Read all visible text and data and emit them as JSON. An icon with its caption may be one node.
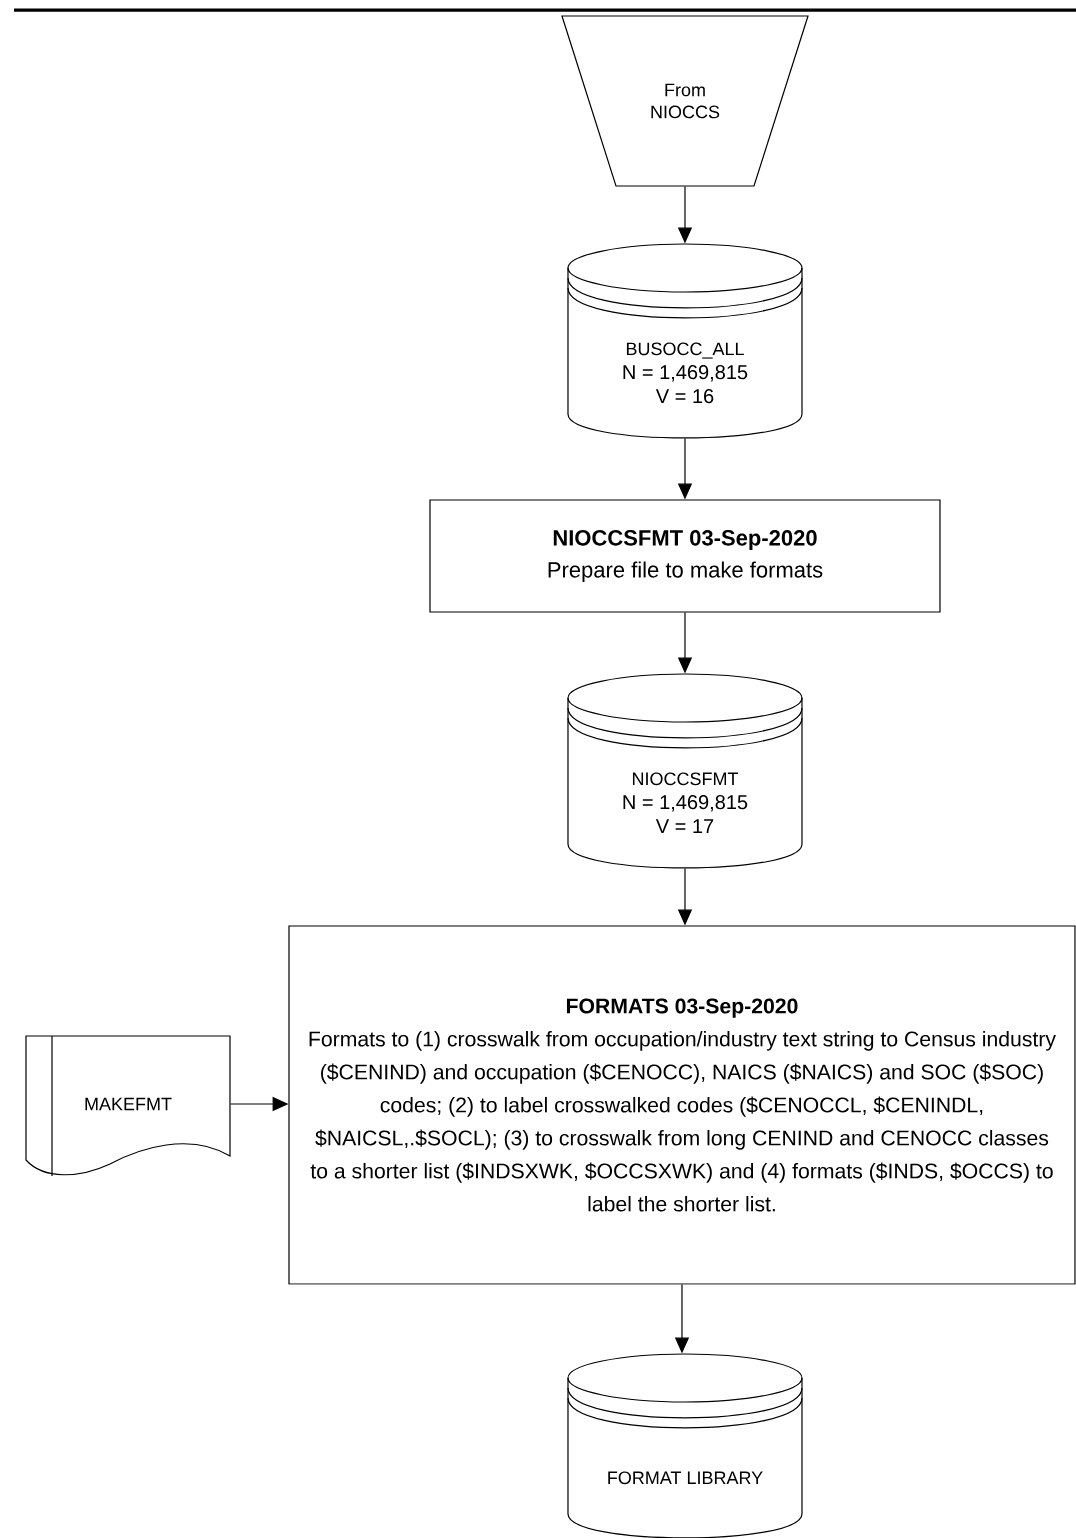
{
  "diagram": {
    "nodes": [
      {
        "text": [
          "From NIOCCS"
        ]
      },
      {
        "text": [
          "BUSOCC_ALL",
          "N = 1,469,815",
          "V = 16"
        ]
      },
      {
        "text": [
          "NIOCCSFMT 03-Sep-2020",
          "Prepare file to make formats"
        ]
      },
      {
        "text": [
          "NIOCCSFMT",
          "N = 1,469,815",
          "V = 17"
        ]
      },
      {
        "text": [
          "FORMATS 03-Sep-2020",
          "Formats to (1) crosswalk from occupation/industry text string to Census industry ($CENIND) and occupation ($CENOCC),  NAICS ($NAICS) and SOC ($SOC) codes; (2) to label crosswalked codes ($CENOCCL, $CENINDL, $NAICSL,.$SOCL); (3) to crosswalk from long CENIND and CENOCC classes to a shorter list ($INDSXWK, $OCCSXWK) and (4) formats ($INDS, $OCCS) to label the shorter list."
        ]
      },
      {
        "text": [
          "MAKEFMT"
        ]
      },
      {
        "text": [
          "FORMAT LIBRARY"
        ]
      }
    ],
    "edges": [
      {
        "from": 0,
        "to": 1,
        "arrow": "to"
      },
      {
        "from": 1,
        "to": 2,
        "arrow": "to"
      },
      {
        "from": 2,
        "to": 3,
        "arrow": "to"
      },
      {
        "from": 3,
        "to": 4,
        "arrow": "to"
      },
      {
        "from": 5,
        "to": 4,
        "arrow": "to"
      },
      {
        "from": 4,
        "to": 6,
        "arrow": "to"
      }
    ]
  }
}
